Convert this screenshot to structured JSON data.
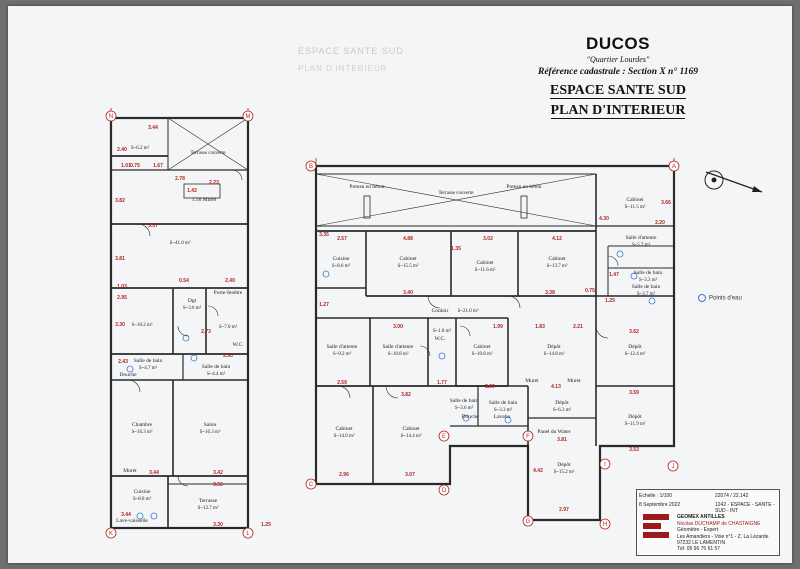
{
  "header": {
    "title": "DUCOS",
    "subtitle": "\"Quartier Lourdes\"",
    "reference": "Référence cadastrale : Section X n° 1169",
    "project": "ESPACE SANTE SUD",
    "plan_type": "PLAN D'INTERIEUR"
  },
  "ghost_text": {
    "line1": "ESPACE SANTE SUD",
    "line2": "PLAN D'INTERIEUR"
  },
  "legend": {
    "water": "Points d'eau"
  },
  "cartouche": {
    "scale": "Echelle : 1/100",
    "ref1": "22074 / 22.142",
    "date": "8 Septembre 2022",
    "code": "1242 - ESPACE - SANTE - SUD - INT",
    "firm": "GEOMEX ANTILLES",
    "expert": "Nicolas DUCHAMP de CHASTAIGNE",
    "role": "Géomètre - Expert",
    "address": "Les Amandiers - Voie n°1 - Z. La Lézarde",
    "city": "97232 LE LAMENTIN",
    "phone": "Tél: 05 96 75 61 57"
  },
  "axes": {
    "N": "N",
    "M": "M",
    "K": "K",
    "L": "L",
    "B": "B",
    "A": "A",
    "C": "C",
    "D": "D",
    "E": "E",
    "F": "F",
    "G": "G",
    "H": "H",
    "I": "I",
    "J": "J"
  },
  "left_plan": {
    "terrace_top": "Terrasse couverte",
    "rooms": [
      {
        "name": "",
        "area": "S~6.2 m²"
      },
      {
        "name": "",
        "area": "S~41.0 m²"
      },
      {
        "name": "Dgt",
        "area": "S~3.6 m²"
      },
      {
        "name": "",
        "area": "S~10.2 m²"
      },
      {
        "name": "Porte-fenêtre",
        "area": "S~7.0 m²"
      },
      {
        "name": "Salle de bain",
        "area": "S~4.7 m²"
      },
      {
        "name": "Salle de bain",
        "area": "S~4.4 m²"
      },
      {
        "name": "Chambre",
        "area": "S~16.3 m²"
      },
      {
        "name": "Salon",
        "area": "S~16.3 m²"
      },
      {
        "name": "Cuisine",
        "area": "S~8.8 m²"
      },
      {
        "name": "Terrasse",
        "area": "S~12.7 m²"
      }
    ],
    "notes": {
      "murets": "1.56 Muret",
      "wc": "W.C.",
      "muret": "Muret",
      "lave": "Lave-vaisselle",
      "douche": "Douche"
    },
    "dims": [
      "3.44",
      "2.40",
      "1.01",
      "0.75",
      "1.67",
      "2.78",
      "3.37",
      "1.03",
      "2.95",
      "2.40",
      "0.54",
      "3.30",
      "2.73",
      "2.43",
      "2.50",
      "3.44",
      "3.42",
      "3.56",
      "3.44",
      "3.30",
      "1.25",
      "1.42",
      "3.82",
      "3.81",
      "2.23"
    ]
  },
  "right_plan": {
    "terrace_top": "Terrasse couverte",
    "rooms": [
      {
        "name": "Cuisine",
        "area": "S~8.6 m²"
      },
      {
        "name": "Cabinet",
        "area": "S~15.5 m²"
      },
      {
        "name": "Cabinet",
        "area": "S~11.6 m²"
      },
      {
        "name": "Cabinet",
        "area": "S~13.7 m²"
      },
      {
        "name": "Cabinet",
        "area": "S~11.5 m²"
      },
      {
        "name": "Salle d'attente",
        "area": "S~5.7 m²"
      },
      {
        "name": "Salle de bain",
        "area": "S~3.3 m²"
      },
      {
        "name": "Salle de bain",
        "area": "S~3.7 m²"
      },
      {
        "name": "Couloir",
        "area": "S~21.0 m²"
      },
      {
        "name": "",
        "area": "S~1.8 m²"
      },
      {
        "name": "Salle d'attente",
        "area": "S~9.2 m²"
      },
      {
        "name": "Salle d'attente",
        "area": "S~10.8 m²"
      },
      {
        "name": "Cabinet",
        "area": "S~10.8 m²"
      },
      {
        "name": "Dépôt",
        "area": "S~14.8 m²"
      },
      {
        "name": "Dépôt",
        "area": "S~12.4 m²"
      },
      {
        "name": "Salle de bain",
        "area": "S~3.6 m²"
      },
      {
        "name": "Salle de bain",
        "area": "S~3.3 m²"
      },
      {
        "name": "Dépôt",
        "area": "S~6.3 m²"
      },
      {
        "name": "Dépôt",
        "area": "S~11.9 m²"
      },
      {
        "name": "Cabinet",
        "area": "S~14.0 m²"
      },
      {
        "name": "Cabinet",
        "area": "S~14.4 m²"
      },
      {
        "name": "Dépôt",
        "area": "S~15.2 m²"
      }
    ],
    "notes": {
      "muret": "Muret",
      "muret2": "Muret",
      "pan": "Panel du Water",
      "wc": "W.C.",
      "douche": "Douche",
      "lavabo": "Lavabo",
      "poteau1": "Poteau en béton",
      "poteau2": "Poteau en béton"
    },
    "dims": [
      "2.57",
      "4.88",
      "3.02",
      "4.12",
      "4.30",
      "3.66",
      "3.35",
      "3.40",
      "3.38",
      "1.27",
      "1.35",
      "3.00",
      "1.99",
      "1.83",
      "2.21",
      "3.62",
      "2.59",
      "3.82",
      "1.77",
      "2.99",
      "4.13",
      "3.59",
      "2.96",
      "3.07",
      "3.81",
      "4.42",
      "2.97",
      "3.53",
      "2.20",
      "1.47",
      "0.75",
      "1.25"
    ]
  }
}
